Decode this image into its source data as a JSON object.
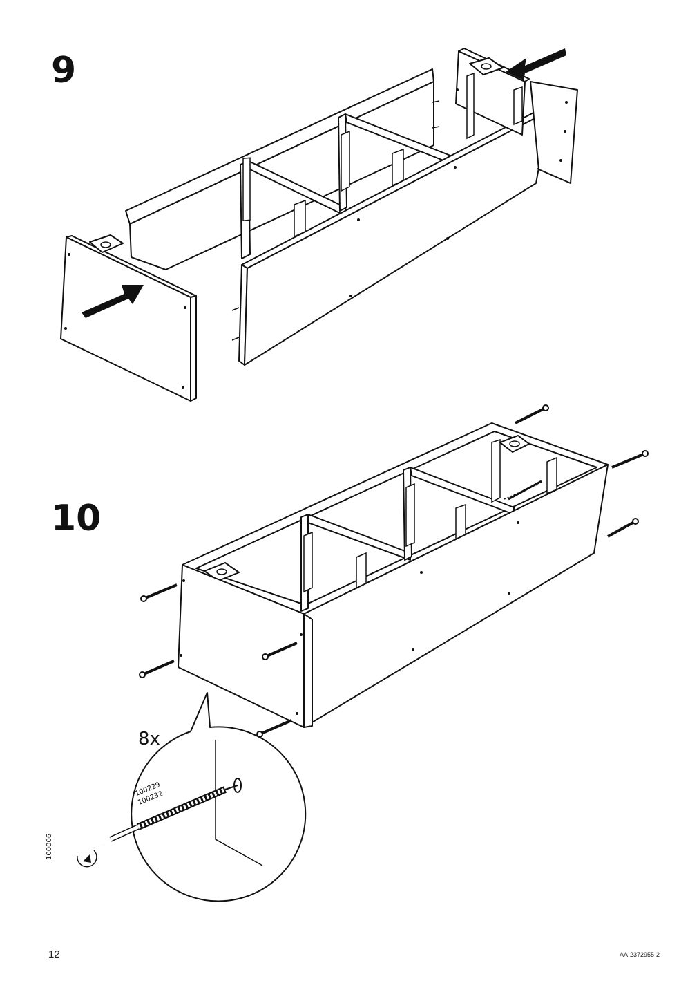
{
  "steps": [
    {
      "number": "9"
    },
    {
      "number": "10"
    }
  ],
  "detail": {
    "quantity": "8x",
    "part_numbers": [
      "100229",
      "100232"
    ],
    "tool_number": "100006"
  },
  "footer": {
    "page_number": "12",
    "document_code": "AA-2372955-2"
  },
  "icons": [
    "arrow-icon",
    "screw-icon",
    "allen-key-icon",
    "rotate-arrow-icon"
  ]
}
